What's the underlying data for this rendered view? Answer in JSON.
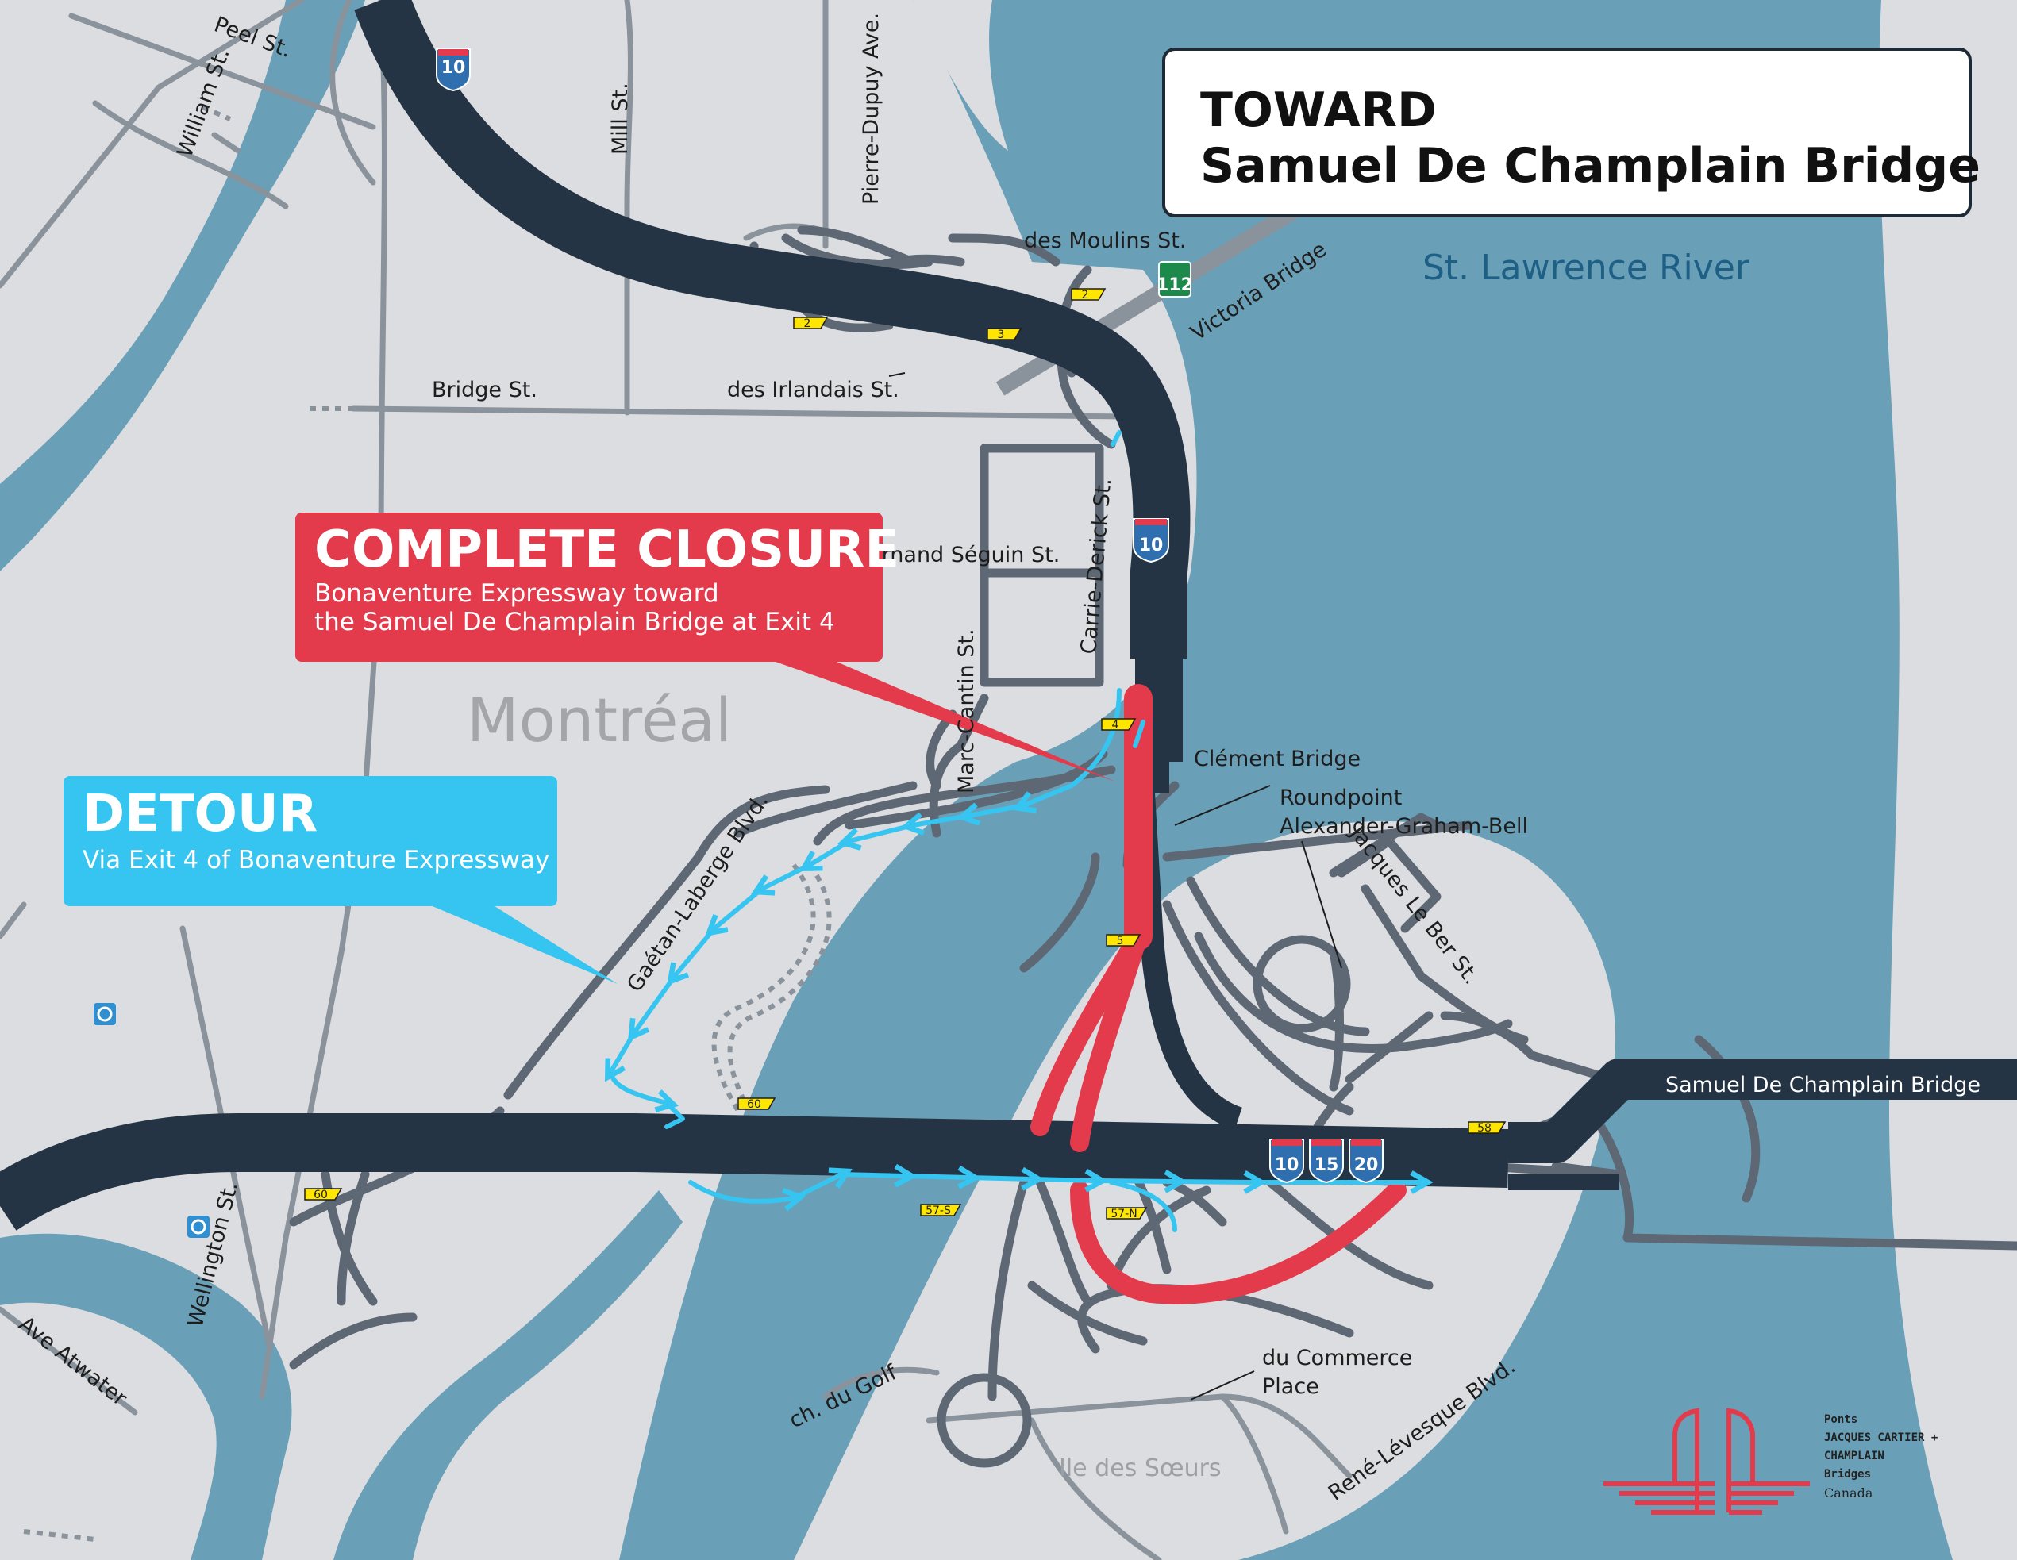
{
  "banner": {
    "line1": "TOWARD",
    "line2": "Samuel De Champlain Bridge"
  },
  "closure": {
    "title": "COMPLETE CLOSURE",
    "line1": "Bonaventure Expressway toward",
    "line2": "the Samuel De Champlain Bridge at Exit 4"
  },
  "detour": {
    "title": "DETOUR",
    "subtitle": "Via Exit 4 of Bonaventure Expressway"
  },
  "place_labels": {
    "city": "Montréal",
    "island": "Ile des Sœurs",
    "river": "St. Lawrence River"
  },
  "street_labels": {
    "peel": "Peel St.",
    "william": "William St.",
    "mill": "Mill St.",
    "pierre_dupuy": "Pierre-Dupuy Ave.",
    "des_moulins": "des Moulins St.",
    "victoria_bridge": "Victoria Bridge",
    "bridge_st": "Bridge St.",
    "des_irlandais": "des Irlandais St.",
    "fernand_seguin": "Fernand Séguin St.",
    "carrie_derick": "Carrie-Derick St.",
    "marc_cantin": "Marc-Cantin St.",
    "clement_bridge": "Clément Bridge",
    "roundpoint_1": "Roundpoint",
    "roundpoint_2": "Alexander-Graham-Bell",
    "jacques_le_ber": "Jacques Le Ber St.",
    "gaetan_laberge": "Gaétan-Laberge Blvd.",
    "samuel_bridge": "Samuel De Champlain Bridge",
    "wellington": "Wellington St.",
    "atwater": "Ave Atwater",
    "ch_du_golf": "ch. du Golf",
    "du_commerce_1": "du Commerce",
    "du_commerce_2": "Place",
    "rene_levesque": "René-Lévesque Blvd."
  },
  "exits": {
    "e2a": "2",
    "e2b": "2",
    "e3": "3",
    "e4": "4",
    "e5": "5",
    "e60a": "60",
    "e60b": "60",
    "e57s": "57-S",
    "e57n": "57-N",
    "e58": "58"
  },
  "shields": {
    "a10_top": "10",
    "a10_mid": "10",
    "r112": "112",
    "a10_bottom": "10",
    "a15": "15",
    "a20": "20"
  },
  "brand": {
    "line1": "Ponts",
    "line2": "JACQUES CARTIER +",
    "line3": "CHAMPLAIN",
    "line4": "Bridges",
    "line5": "Canada"
  },
  "colors": {
    "water": "#6aa0b7",
    "land": "#dcdde0",
    "highway": "#243445",
    "road": "#5d6874",
    "closure": "#e33b4b",
    "detour": "#36c4f0",
    "exit_tag": "#ffe600"
  }
}
